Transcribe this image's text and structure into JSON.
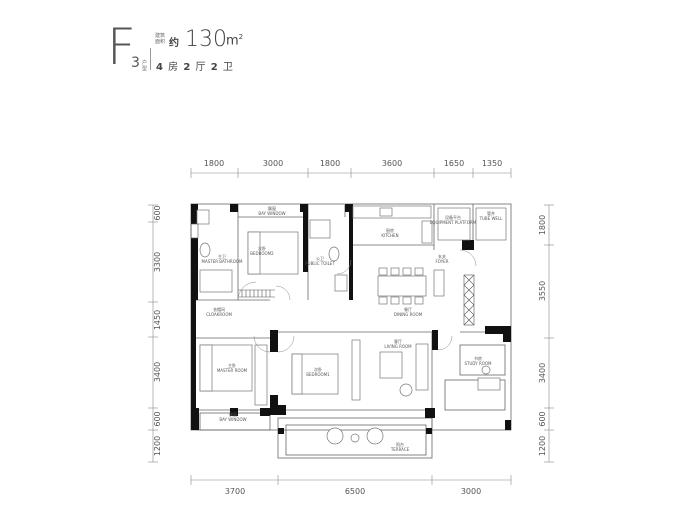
{
  "header": {
    "unit_letter": "F",
    "unit_number": "3",
    "unit_caption": "户型",
    "area_caption": "建筑面积",
    "area_approx": "约",
    "area_value": "130",
    "area_unit": "m",
    "area_unit_sup": "2",
    "layout_parts": [
      {
        "num": "4",
        "word": "房"
      },
      {
        "num": "2",
        "word": "厅"
      },
      {
        "num": "2",
        "word": "卫"
      }
    ]
  },
  "dimensions": {
    "top": [
      "1800",
      "3000",
      "1800",
      "3600",
      "1650",
      "1350"
    ],
    "bottom": [
      "3700",
      "6500",
      "3000"
    ],
    "left": [
      "600",
      "3300",
      "1450",
      "3400",
      "600",
      "1200"
    ],
    "right": [
      "1800",
      "3550",
      "3400",
      "600",
      "1200"
    ]
  },
  "rooms": {
    "bay_window_top_cn": "飘窗",
    "bay_window_top_en": "BAY WINDOW",
    "bedroom2_cn": "次卧",
    "bedroom2_en": "BEDROOM2",
    "master_bath_cn": "主卫",
    "master_bath_en": "MASTER BATHROOM",
    "public_toilet_cn": "公卫",
    "public_toilet_en": "PUBLIC TOILET",
    "kitchen_cn": "厨房",
    "kitchen_en": "KITCHEN",
    "equipment_cn": "设备平台",
    "equipment_en": "EQUIPMENT PLATFORM",
    "tube_well_cn": "管井",
    "tube_well_en": "TUBE WELL",
    "foyer_cn": "玄关",
    "foyer_en": "FOYER",
    "dining_cn": "餐厅",
    "dining_en": "DINING ROOM",
    "cloakroom_cn": "衣帽间",
    "cloakroom_en": "CLOAKROOM",
    "master_room_cn": "主卧",
    "master_room_en": "MASTER ROOM",
    "bedroom1_cn": "次卧",
    "bedroom1_en": "BEDROOM1",
    "living_cn": "客厅",
    "living_en": "LIVING ROOM",
    "study_cn": "书房",
    "study_en": "STUDY ROOM",
    "bay_window_bottom_cn": "飘窗",
    "bay_window_bottom_en": "BAY WINDOW",
    "terrace_cn": "阳台",
    "terrace_en": "TERRACE"
  }
}
